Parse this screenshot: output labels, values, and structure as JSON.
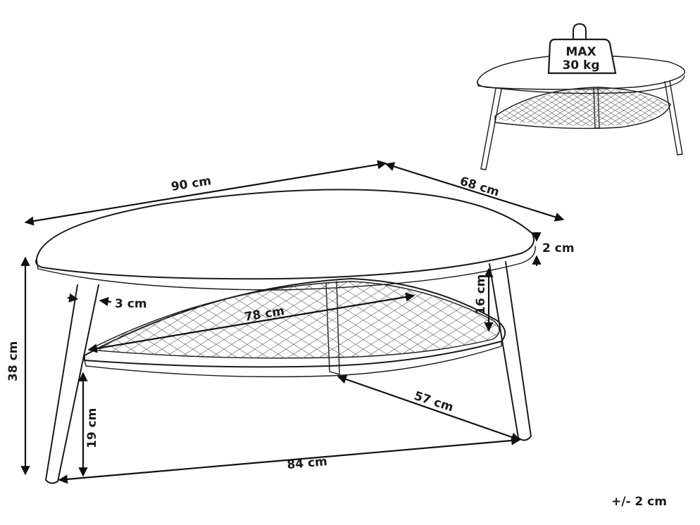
{
  "dimensions": {
    "top_length": "90 cm",
    "top_width": "68 cm",
    "top_thickness": "2 cm",
    "leg_thickness": "3 cm",
    "shelf_length": "78 cm",
    "shelf_gap": "16 cm",
    "total_height": "38 cm",
    "shelf_height": "19 cm",
    "base_length": "84 cm",
    "base_width": "57 cm"
  },
  "weight_label": {
    "line1": "MAX",
    "line2": "30 kg"
  },
  "tolerance": "+/- 2 cm"
}
